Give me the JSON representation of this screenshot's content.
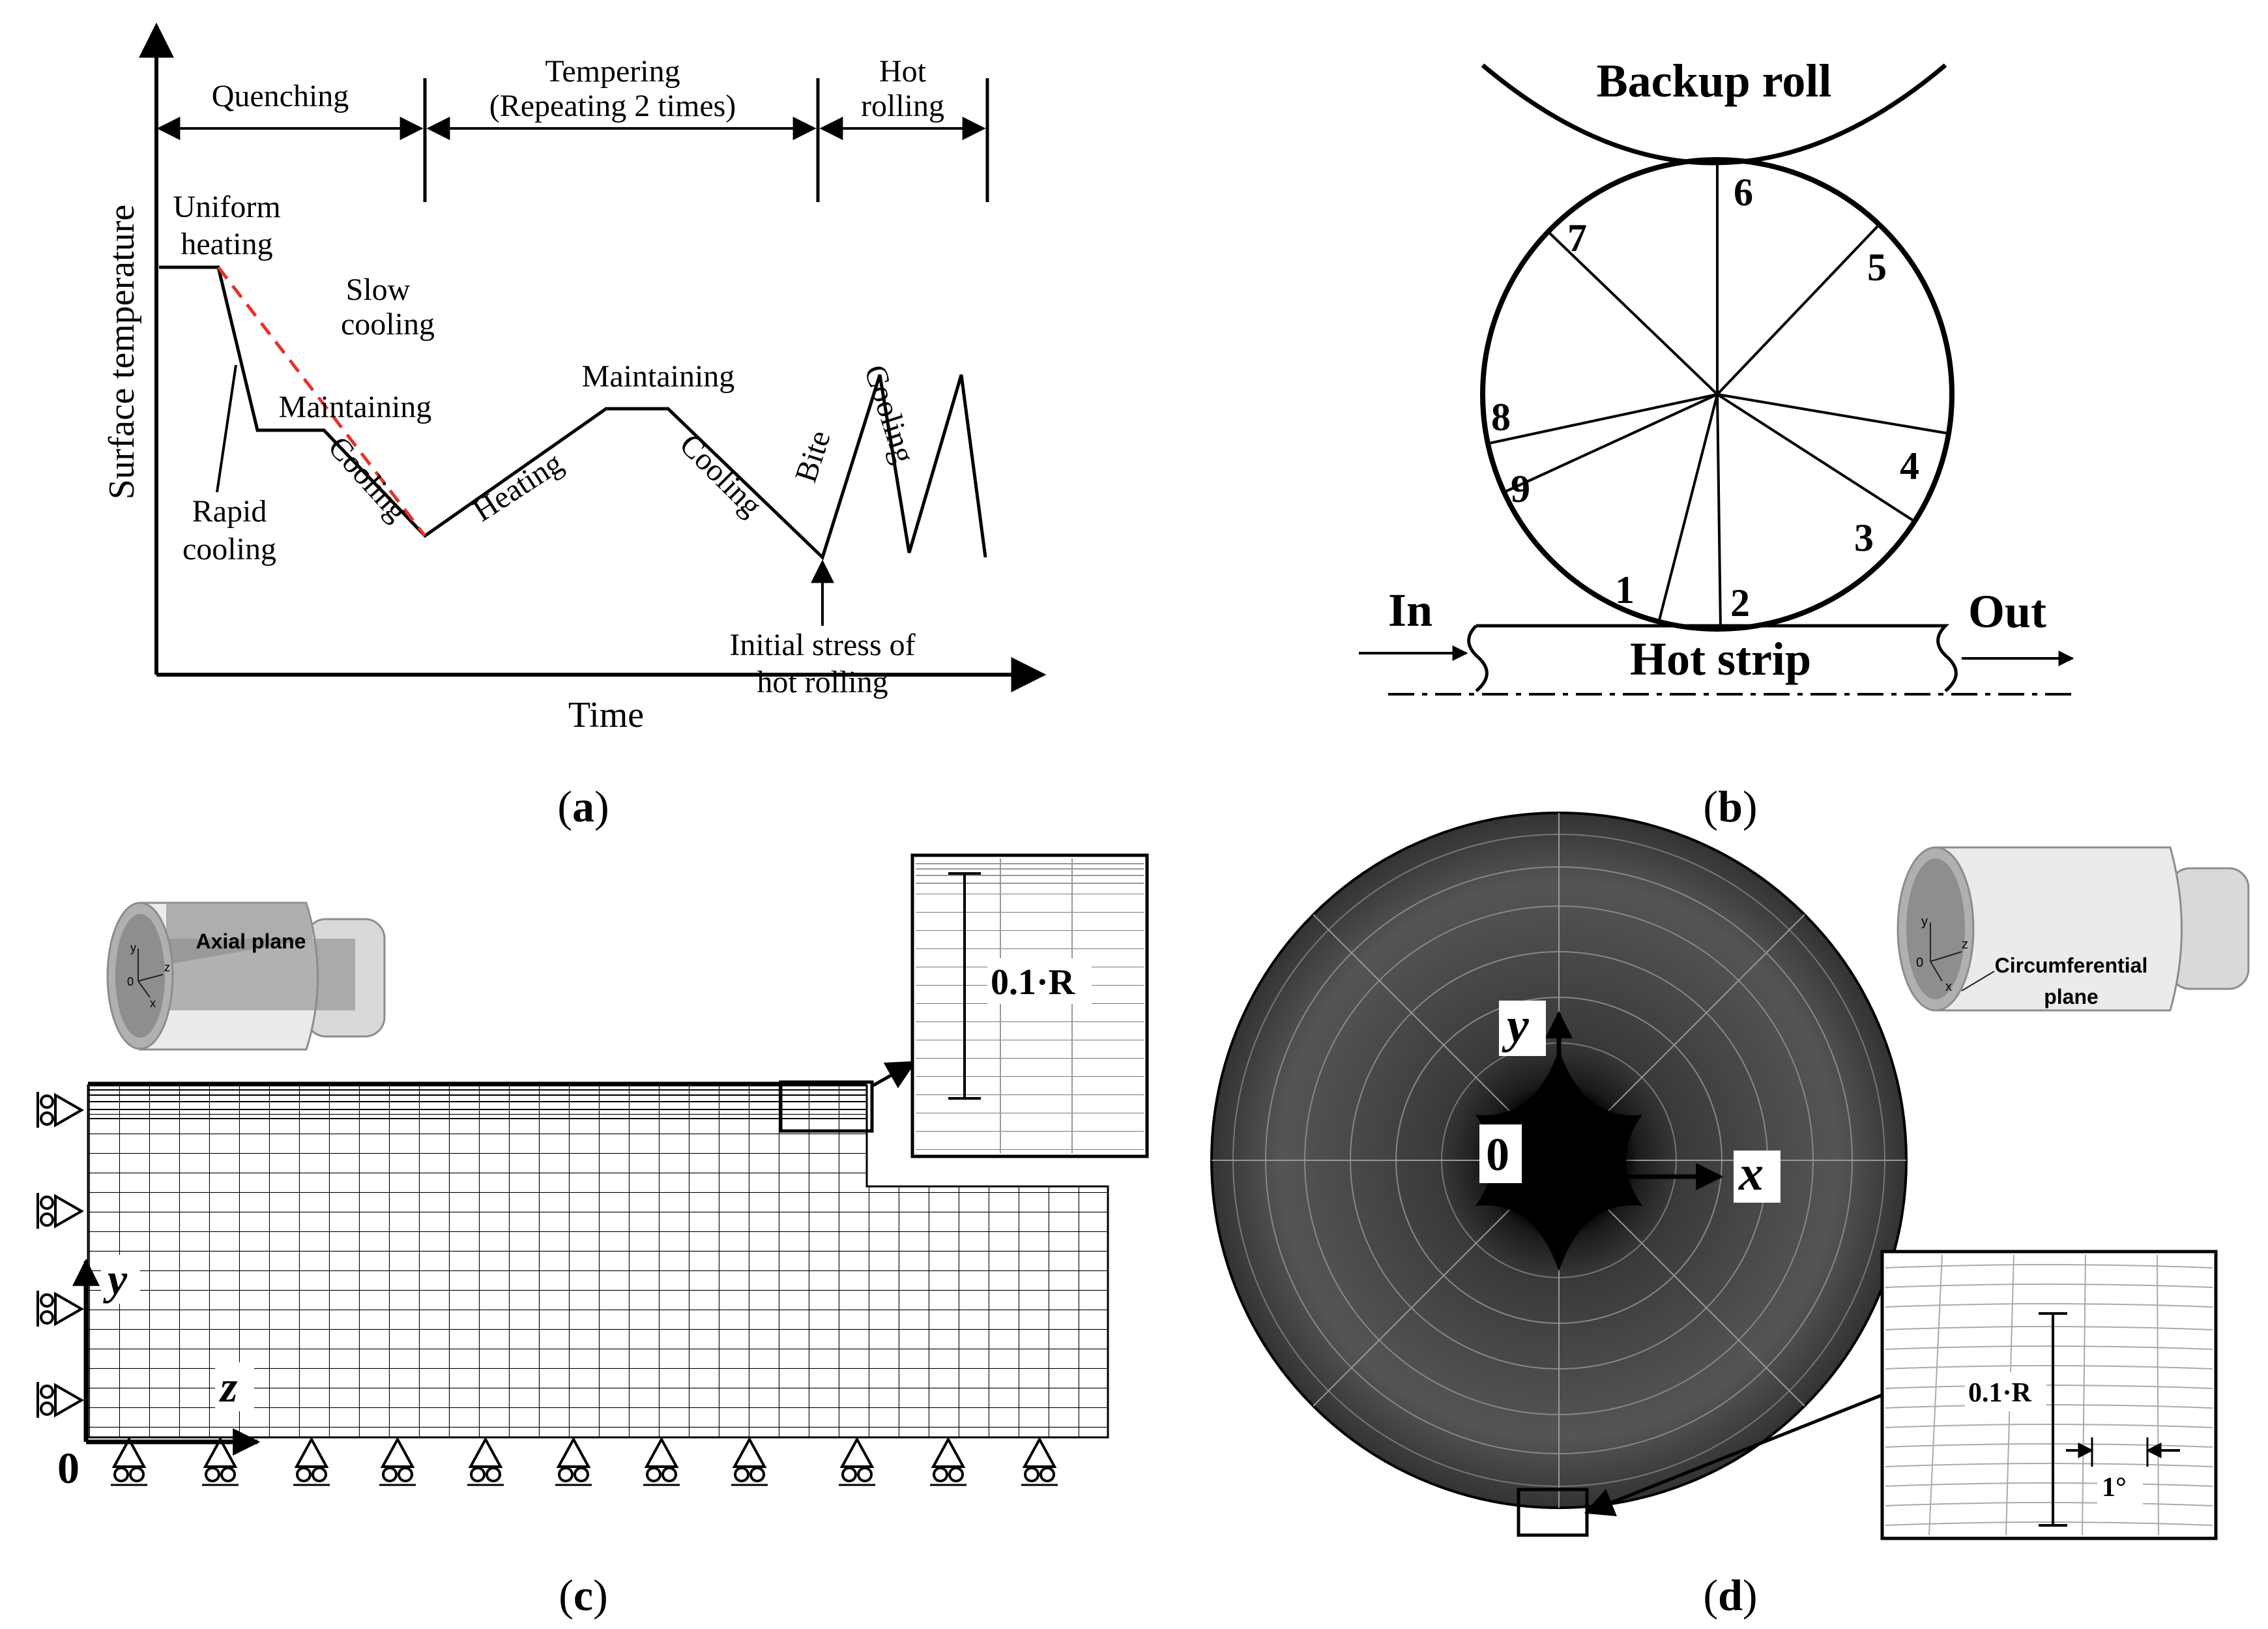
{
  "panel_a": {
    "caption_letter": "a",
    "x_axis_label": "Time",
    "y_axis_label": "Surface temperature",
    "phases": [
      "Quenching",
      "Tempering",
      "(Repeating 2 times)",
      "Hot",
      "rolling"
    ],
    "labels": {
      "uniform_1": "Uniform",
      "uniform_2": "heating",
      "slow_1": "Slow",
      "slow_2": "cooling",
      "maintaining_1": "Maintaining",
      "maintaining_2": "Maintaining",
      "rapid_1": "Rapid",
      "rapid_2": "cooling",
      "cooling_1": "Cooling",
      "heating": "Heating",
      "cooling_2": "Cooling",
      "bite": "Bite",
      "cooling_3": "Cooling",
      "initial_1": "Initial stress of",
      "initial_2": "hot rolling"
    },
    "colors": {
      "curve": "#000000",
      "slow_cooling_dash": "#e8312a"
    }
  },
  "panel_b": {
    "caption_letter": "b",
    "backup_roll": "Backup roll",
    "hot_strip": "Hot strip",
    "in_label": "In",
    "out_label": "Out",
    "points": [
      "1",
      "2",
      "3",
      "4",
      "5",
      "6",
      "7",
      "8",
      "9"
    ]
  },
  "panel_c": {
    "caption_letter": "c",
    "inset_label": "0.1·R",
    "axis_y": "y",
    "axis_z": "z",
    "origin": "0",
    "plane_label": "Axial plane",
    "mini_axes": [
      "y",
      "z",
      "0",
      "x"
    ]
  },
  "panel_d": {
    "caption_letter": "d",
    "axis_y": "y",
    "axis_x": "x",
    "origin": "0",
    "plane_label_1": "Circumferential",
    "plane_label_2": "plane",
    "inset_label": "0.1·R",
    "angle_label": "1°",
    "mini_axes": [
      "y",
      "z",
      "0",
      "x"
    ]
  }
}
